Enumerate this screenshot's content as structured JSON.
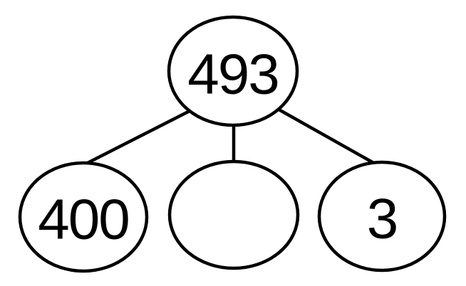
{
  "diagram": {
    "type": "number-bond",
    "whole": {
      "label": "493"
    },
    "parts": [
      {
        "label": "400"
      },
      {
        "label": ""
      },
      {
        "label": "3"
      }
    ]
  },
  "colors": {
    "stroke": "#000000",
    "node_fill": "#ffffff",
    "text": "#000000",
    "background": "#ffffff"
  }
}
